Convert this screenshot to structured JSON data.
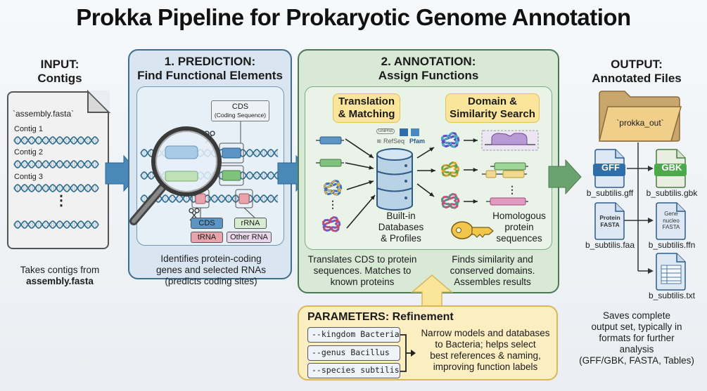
{
  "title": "Prokka Pipeline for Prokaryotic Genome Annotation",
  "input": {
    "heading_line1": "INPUT:",
    "heading_line2": "Contigs",
    "file_name": "`assembly.fasta`",
    "contigs": [
      "Contig 1",
      "Contig 2",
      "Contig 3"
    ],
    "ellipsis": "⋮",
    "desc_line1": "Takes contigs from",
    "desc_line2": "assembly.fasta"
  },
  "prediction": {
    "heading_line1": "1. PREDICTION:",
    "heading_line2": "Find Functional Elements",
    "callout_title": "CDS",
    "callout_sub": "(Coding Sequence)",
    "legend": {
      "cds": "CDS",
      "rrna": "rRNA",
      "trna": "tRNA",
      "other_rna": "Other RNA"
    },
    "desc_line1": "Identifies protein-coding",
    "desc_line2": "genes and selected RNAs",
    "desc_line3": "(predicts coding sites)"
  },
  "annotation": {
    "heading_line1": "2. ANNOTATION:",
    "heading_line2": "Assign Functions",
    "tag_left_line1": "Translation",
    "tag_left_line2": "& Matching",
    "tag_right_line1": "Domain &",
    "tag_right_line2": "Similarity Search",
    "db_logos": [
      "UniProt",
      "RefSeq",
      "Pfam"
    ],
    "db_label_line1": "Built-in",
    "db_label_line2": "Databases",
    "db_label_line3": "& Profiles",
    "homolog_line1": "Homologous",
    "homolog_line2": "protein",
    "homolog_line3": "sequences",
    "desc_left_line1": "Translates CDS to protein",
    "desc_left_line2": "sequences. Matches to",
    "desc_left_line3": "known proteins",
    "desc_right_line1": "Finds similarity and",
    "desc_right_line2": "conserved domains.",
    "desc_right_line3": "Assembles results"
  },
  "parameters": {
    "title": "PARAMETERS: Refinement",
    "flags": [
      "--kingdom Bacteria",
      "--genus Bacillus",
      "--species subtilis"
    ],
    "desc_line1": "Narrow models and databases",
    "desc_line2": "to Bacteria; helps select",
    "desc_line3": "best references & naming,",
    "desc_line4": "improving function labels"
  },
  "output": {
    "heading_line1": "OUTPUT:",
    "heading_line2": "Annotated Files",
    "folder_name": "`prokka_out`",
    "files": [
      {
        "badge": "GFF",
        "name": "b_subtilis.gff"
      },
      {
        "badge": "GBK",
        "name": "b_subtilis.gbk"
      },
      {
        "badge_line1": "Protein",
        "badge_line2": "FASTA",
        "name": "b_subtilis.faa"
      },
      {
        "badge_line1": "Gene",
        "badge_line2": "nucleo",
        "badge_line3": "FASTA",
        "name": "b_subtilis.ffn"
      },
      {
        "badge": "table",
        "name": "b_subtilis.txt"
      }
    ],
    "desc_line1": "Saves complete",
    "desc_line2": "output set, typically in",
    "desc_line3": "formats for further",
    "desc_line4": "analysis",
    "desc_line5": "(GFF/GBK, FASTA, Tables)"
  },
  "colors": {
    "prediction_accent": "#3d6d8f",
    "annotation_accent": "#4a7a54",
    "parameters_accent": "#d8b859",
    "arrow_blue": "#4a88b8",
    "arrow_green": "#6aa36e",
    "arrow_yellow": "#fbe59a"
  }
}
